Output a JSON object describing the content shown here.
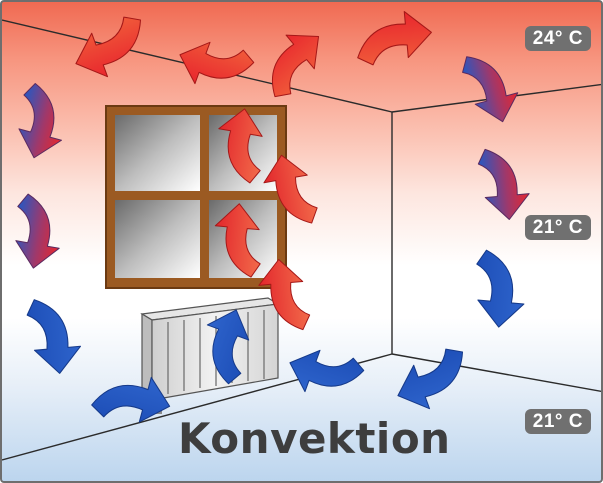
{
  "title": "Konvektion",
  "temperatures": {
    "ceiling": "24° C",
    "middle": "21° C",
    "floor": "21° C"
  },
  "colors": {
    "warm_air": "#e8262d",
    "cool_air": "#2458c4",
    "window_frame": "#9b5a22",
    "badge": "#707070",
    "caption": "#3e3e3e"
  },
  "icons": [
    "window",
    "radiator",
    "warm-air-arrow",
    "cool-air-arrow"
  ]
}
